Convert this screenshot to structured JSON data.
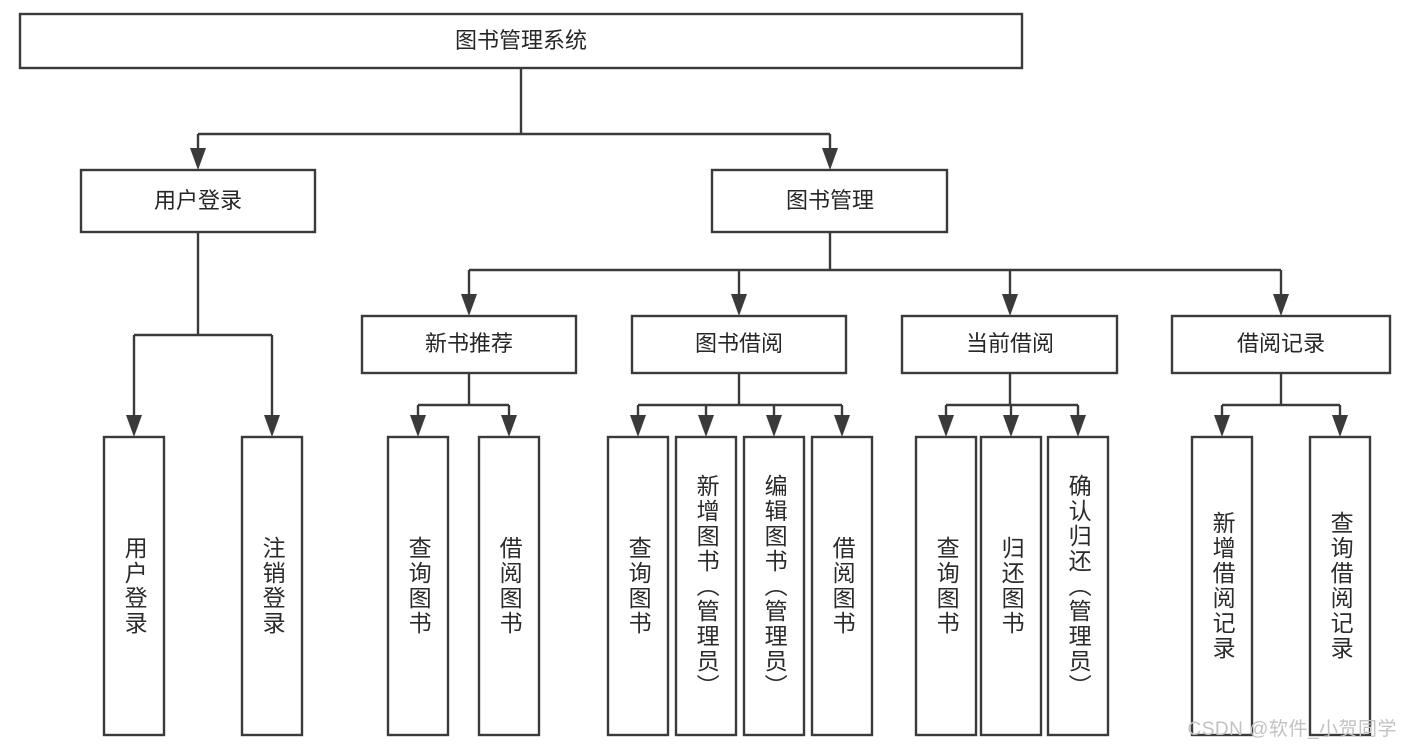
{
  "diagram": {
    "title": "图书管理系统",
    "type": "hierarchy-tree",
    "stroke_color": "#3a3a3a",
    "text_color": "#262626",
    "background_color": "#ffffff"
  },
  "root": {
    "label": "图书管理系统"
  },
  "level2": [
    {
      "label": "用户登录"
    },
    {
      "label": "图书管理"
    }
  ],
  "level3": [
    {
      "label": "新书推荐"
    },
    {
      "label": "图书借阅"
    },
    {
      "label": "当前借阅"
    },
    {
      "label": "借阅记录"
    }
  ],
  "leaves": {
    "user_login": [
      {
        "label": "用户登录"
      },
      {
        "label": "注销登录"
      }
    ],
    "new_book_recommend": [
      {
        "label": "查询图书"
      },
      {
        "label": "借阅图书"
      }
    ],
    "book_borrow": [
      {
        "label": "查询图书"
      },
      {
        "label": "新增图书（管理员）"
      },
      {
        "label": "编辑图书（管理员）"
      },
      {
        "label": "借阅图书"
      }
    ],
    "current_borrow": [
      {
        "label": "查询图书"
      },
      {
        "label": "归还图书"
      },
      {
        "label": "确认归还（管理员）"
      }
    ],
    "borrow_record": [
      {
        "label": "新增借阅记录"
      },
      {
        "label": "查询借阅记录"
      }
    ]
  },
  "watermark": {
    "text": "CSDN @软件_小贺同学"
  }
}
